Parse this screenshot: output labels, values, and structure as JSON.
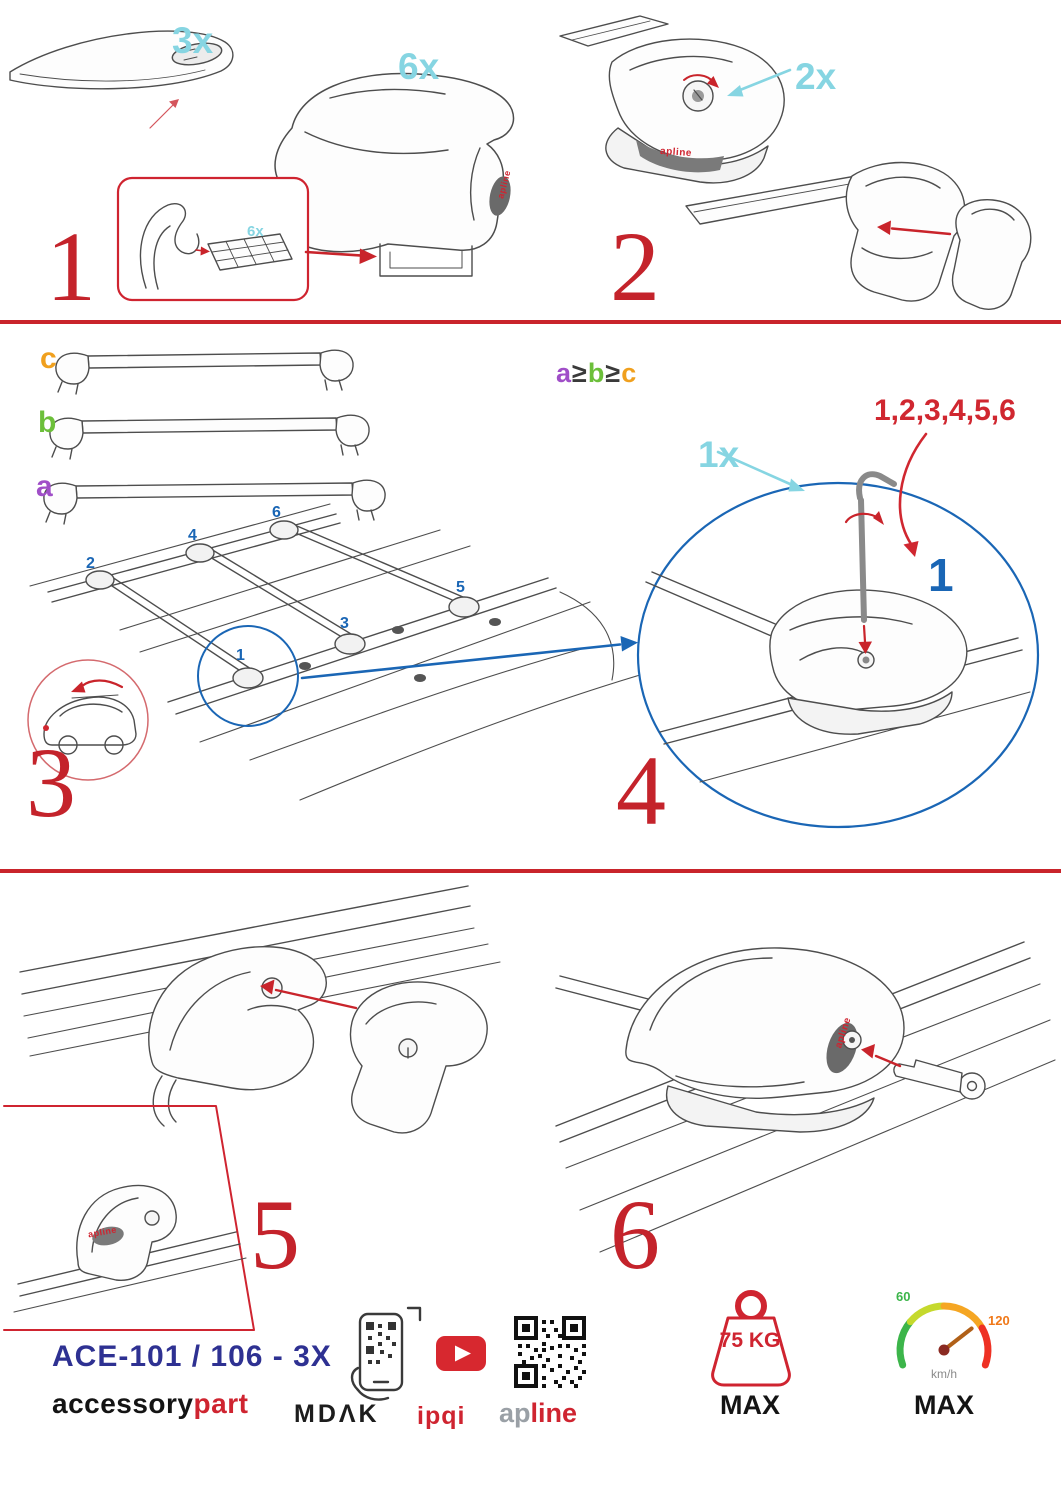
{
  "steps": {
    "one": {
      "num": "1",
      "bar_qty": "3x",
      "foot_qty": "6x",
      "pad_qty": "6x"
    },
    "two": {
      "num": "2",
      "lock_qty": "2x"
    },
    "three": {
      "num": "3",
      "bar_c": "c",
      "bar_b": "b",
      "bar_a": "a",
      "rule": {
        "a": "a",
        "ge1": "≥",
        "b": "b",
        "ge2": "≥",
        "c": "c"
      },
      "pos1": "1",
      "pos2": "2",
      "pos3": "3",
      "pos4": "4",
      "pos5": "5",
      "pos6": "6"
    },
    "four": {
      "num": "4",
      "tool_qty": "1x",
      "sequence": "1,2,3,4,5,6",
      "first": "1"
    },
    "five": {
      "num": "5"
    },
    "six": {
      "num": "6"
    }
  },
  "misc": {
    "foot_brand": "apline"
  },
  "footer": {
    "model": "ACE-101 / 106 - 3X",
    "brand_black": "accessory",
    "brand_red": "part",
    "mdak": "MDΛK",
    "ipqi": "ipqi",
    "apline_ap": "ap",
    "apline_line": "line",
    "weight_value": "75 KG",
    "weight_max": "MAX",
    "speed_low": "60",
    "speed_high": "120",
    "speed_unit": "km/h",
    "speed_max": "MAX"
  },
  "colors": {
    "red": "#c9242b",
    "cyan": "#86d5e2",
    "blue": "#1a66b5",
    "dark_blue": "#2e3192",
    "purple": "#a04fc8",
    "green": "#6cbf3a",
    "orange": "#f0a01e"
  }
}
